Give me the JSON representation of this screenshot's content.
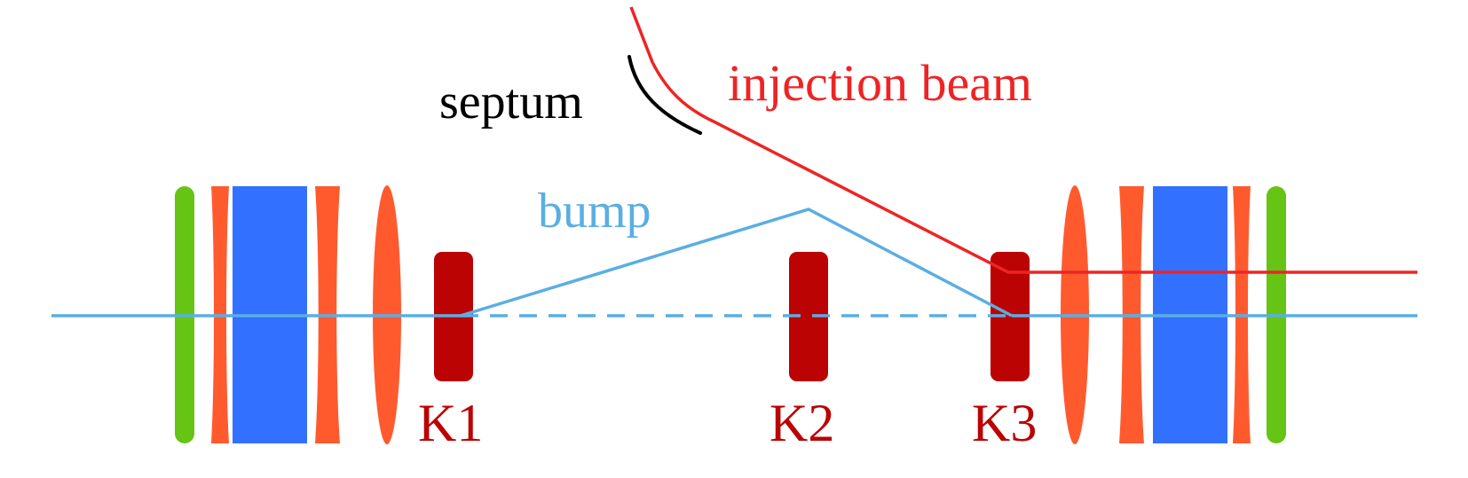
{
  "labels": {
    "septum": "septum",
    "injection_beam": "injection beam",
    "bump": "bump",
    "kickers": [
      "K1",
      "K2",
      "K3"
    ]
  },
  "colors": {
    "green_element": "#66c414",
    "orange_element": "#ff5a2e",
    "blue_element": "#3270ff",
    "kicker": "#bb0303",
    "beamline": "#5aaee2",
    "bump": "#5aaee2",
    "injection_beam": "#ee2424",
    "septum": "#000000",
    "kicker_label": "#bb0303"
  }
}
